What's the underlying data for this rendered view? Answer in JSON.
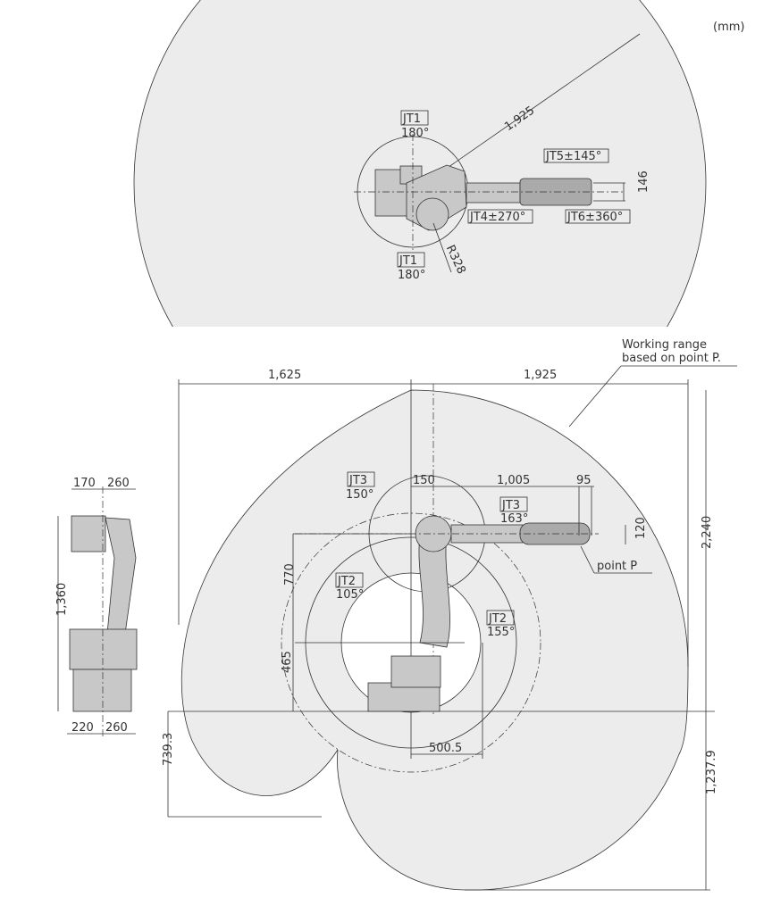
{
  "unit": "(mm)",
  "top_view": {
    "reach": "1,925",
    "jt1_top": {
      "joint": "JT1",
      "angle": "180°"
    },
    "jt1_bottom": {
      "joint": "JT1",
      "angle": "180°"
    },
    "jt5": "JT5±145°",
    "jt4": "JT4±270°",
    "jt6": "JT6±360°",
    "wrist_width": "146",
    "radius": "R328"
  },
  "side_view": {
    "working_range_note_line1": "Working range",
    "working_range_note_line2": "based on point P.",
    "rear_reach": "1,625",
    "front_reach": "1,925",
    "jt3_upper": {
      "joint": "JT3",
      "angle": "150°"
    },
    "jt3_lower": {
      "joint": "JT3",
      "angle": "163°"
    },
    "offset_150": "150",
    "arm_1005": "1,005",
    "arm_95": "95",
    "wrist_height": "120",
    "point_p": "point P",
    "total_height": "2,240",
    "arm_770": "770",
    "base_465": "465",
    "jt2_back": {
      "joint": "JT2",
      "angle": "105°"
    },
    "jt2_front": {
      "joint": "JT2",
      "angle": "155°"
    },
    "dim_500_5": "500.5",
    "below_739_3": "739.3",
    "below_1237_9": "1,237.9"
  },
  "front_view": {
    "top_170": "170",
    "top_260": "260",
    "height_1360": "1,360",
    "bottom_220": "220",
    "bottom_260": "260"
  }
}
